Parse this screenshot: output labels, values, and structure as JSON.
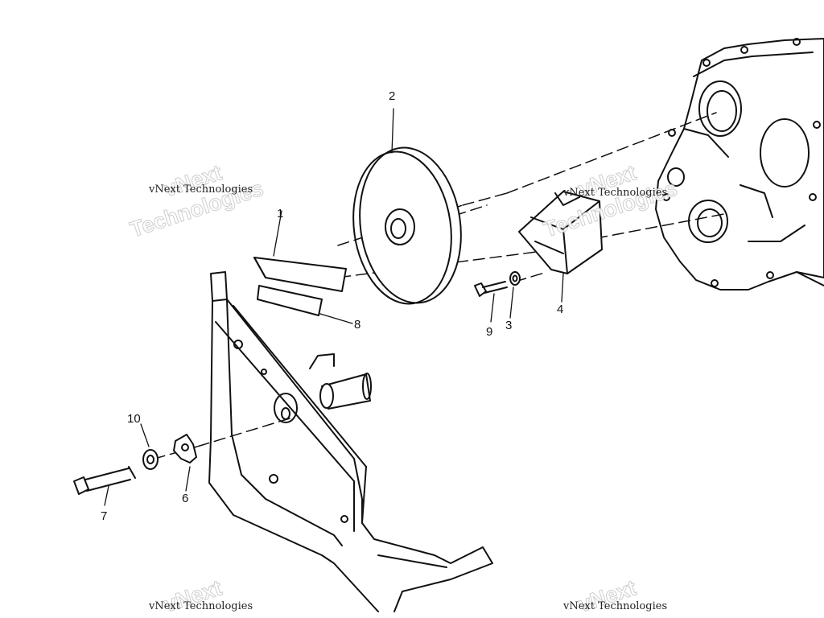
{
  "diagram": {
    "callouts": {
      "c1": "1",
      "c2": "2",
      "c3": "3",
      "c4": "4",
      "c6": "6",
      "c7": "7",
      "c8": "8",
      "c9": "9",
      "c10": "10"
    },
    "watermark": {
      "line_small": "vNext Technologies",
      "line_big_1": "vNext",
      "line_big_2": "Technologies"
    }
  }
}
